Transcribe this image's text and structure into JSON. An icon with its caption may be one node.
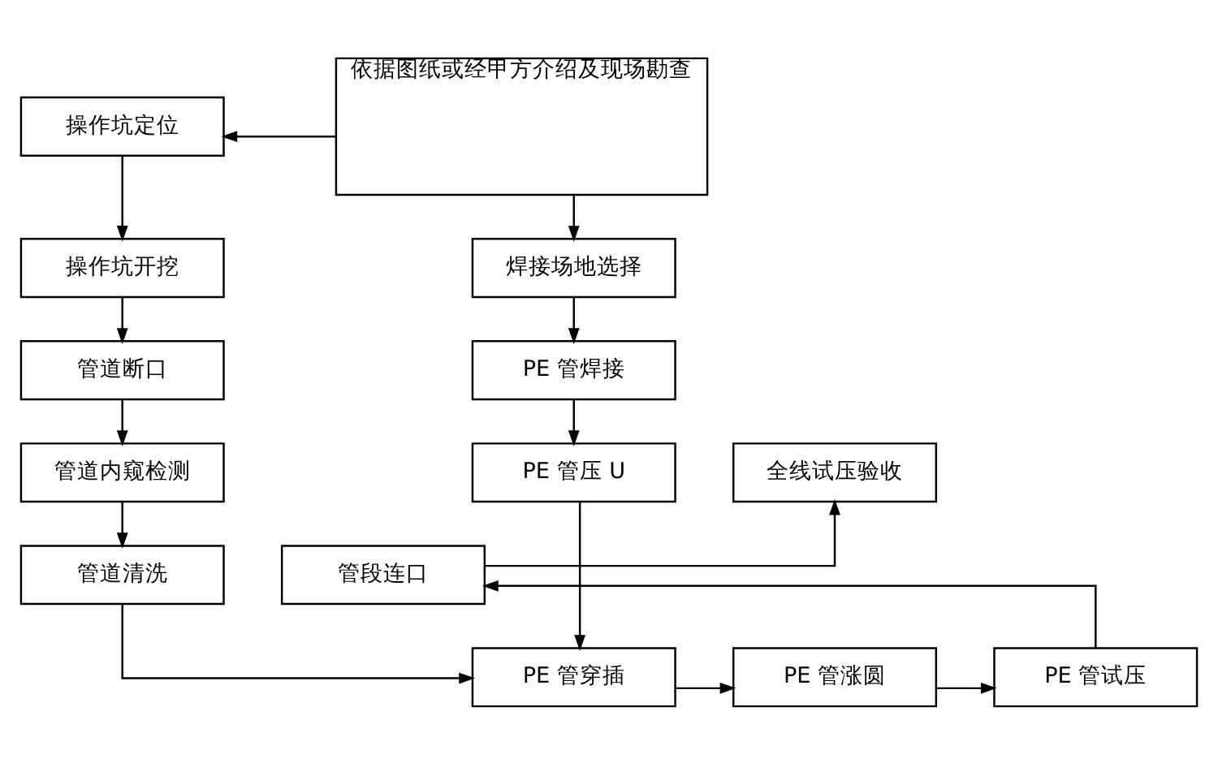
{
  "diagram": {
    "nodes": [
      {
        "text": [
          "操作坑定位"
        ]
      },
      {
        "text": [
          "操作坑开挖"
        ]
      },
      {
        "text": [
          "管道断口"
        ]
      },
      {
        "text": [
          "管道内窥检测"
        ]
      },
      {
        "text": [
          "管道清洗"
        ]
      },
      {
        "text": [
          "依据图纸或经甲方介绍及现场勘查"
        ]
      },
      {
        "text": [
          "焊接场地选择"
        ]
      },
      {
        "text": [
          "PE 管焊接"
        ]
      },
      {
        "text": [
          "PE 管压 U"
        ]
      },
      {
        "text": [
          "PE 管穿插"
        ]
      },
      {
        "text": [
          "PE 管涨圆"
        ]
      },
      {
        "text": [
          "PE 管试压"
        ]
      },
      {
        "text": [
          "管段连口"
        ]
      },
      {
        "text": [
          "全线试压验收"
        ]
      }
    ],
    "edges": [
      {
        "from": 5,
        "to": 0,
        "arrow": "to"
      },
      {
        "from": 5,
        "to": 6,
        "arrow": "to"
      },
      {
        "from": 0,
        "to": 1,
        "arrow": "to"
      },
      {
        "from": 1,
        "to": 2,
        "arrow": "to"
      },
      {
        "from": 2,
        "to": 3,
        "arrow": "to"
      },
      {
        "from": 3,
        "to": 4,
        "arrow": "to"
      },
      {
        "from": 4,
        "to": 9,
        "arrow": "to"
      },
      {
        "from": 8,
        "to": 9,
        "arrow": "to"
      },
      {
        "from": 6,
        "to": 7,
        "arrow": "to"
      },
      {
        "from": 7,
        "to": 8,
        "arrow": "to"
      },
      {
        "from": 9,
        "to": 10,
        "arrow": "to"
      },
      {
        "from": 10,
        "to": 11,
        "arrow": "to"
      },
      {
        "from": 11,
        "to": 12,
        "arrow": "to"
      },
      {
        "from": 12,
        "to": 13,
        "arrow": "to"
      }
    ]
  }
}
